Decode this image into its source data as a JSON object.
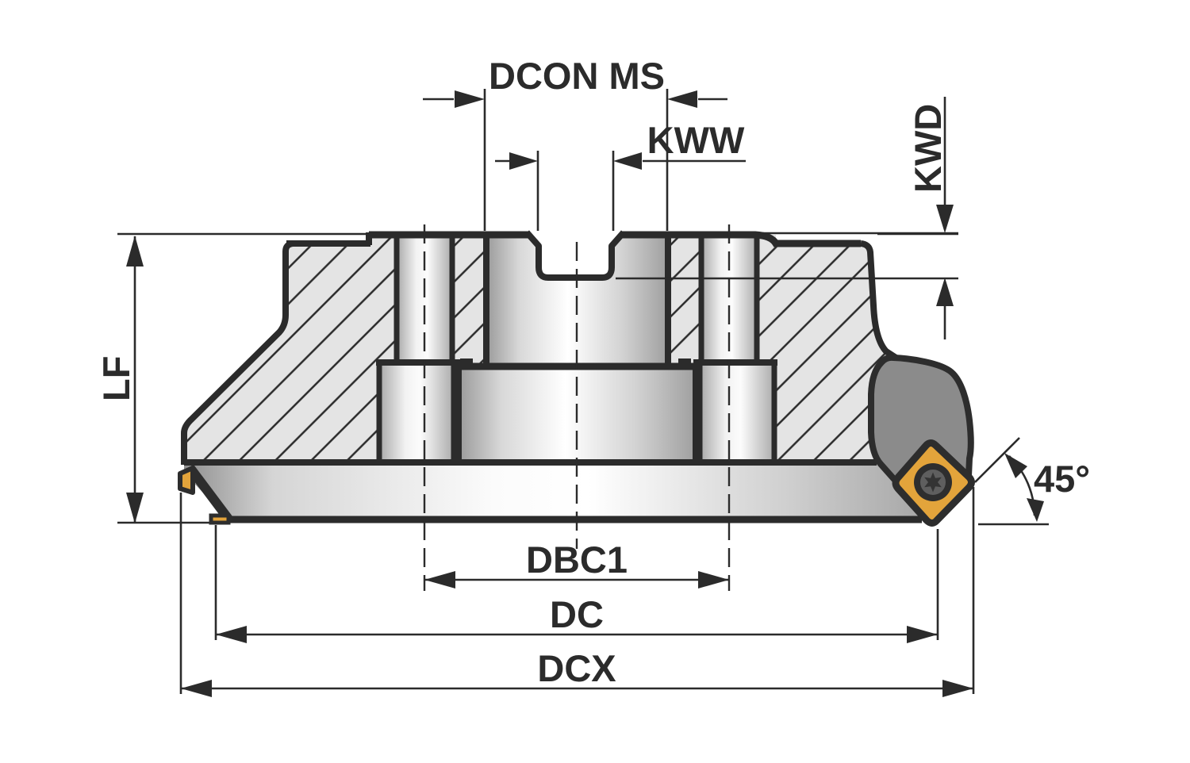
{
  "drawing": {
    "title": "45-degree face milling cutter cross-section",
    "labels": {
      "dcon": "DCON MS",
      "kww": "KWW",
      "kwd": "KWD",
      "lf": "LF",
      "dbc1": "DBC1",
      "dc": "DC",
      "dcx": "DCX",
      "angle": "45°"
    },
    "colors": {
      "line": "#2b2b2b",
      "section_fill": "#e4e4e4",
      "insert_yellow": "#e3a43b",
      "pocket_gray": "#8b8b8b",
      "background": "#ffffff"
    },
    "icons": [
      "torx-screw-icon"
    ]
  }
}
